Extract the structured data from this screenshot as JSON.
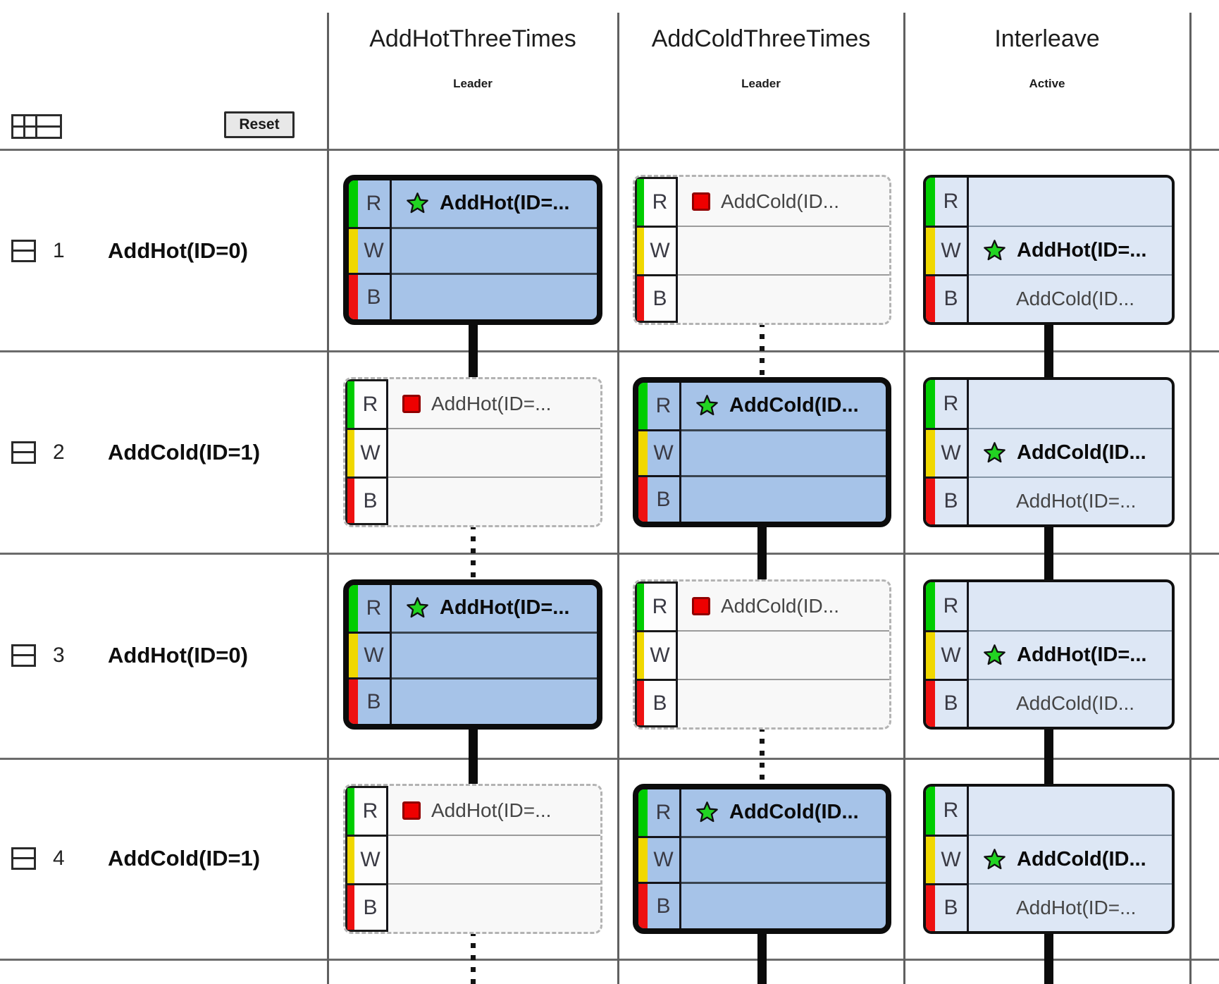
{
  "toolbar": {
    "reset_label": "Reset",
    "icons": [
      {
        "name": "expand-all-icon"
      },
      {
        "name": "collapse-all-icon"
      }
    ]
  },
  "columns": [
    {
      "title": "AddHotThreeTimes",
      "subtitle": "Leader"
    },
    {
      "title": "AddColdThreeTimes",
      "subtitle": "Leader"
    },
    {
      "title": "Interleave",
      "subtitle": "Active"
    }
  ],
  "rows": [
    {
      "num": "1",
      "label": "AddHot(ID=0)"
    },
    {
      "num": "2",
      "label": "AddCold(ID=1)"
    },
    {
      "num": "3",
      "label": "AddHot(ID=0)"
    },
    {
      "num": "4",
      "label": "AddCold(ID=1)"
    }
  ],
  "lane_labels": [
    "R",
    "W",
    "B"
  ],
  "colors": {
    "highlight_card_bg": "#a6c3e8",
    "active_card_bg": "#dde7f5",
    "ghost_card_bg": "#f8f8f8",
    "stripe_green": "#00cd00",
    "stripe_yellow": "#f0d800",
    "stripe_red": "#ee1111",
    "star_green": "#22d422",
    "marker_red": "#ee0000"
  },
  "cards": [
    {
      "row": 0,
      "col": 0,
      "variant": "highlight",
      "connector_below": "solid",
      "entries": {
        "R": {
          "icon": "star",
          "text": "AddHot(ID=...",
          "bold": true
        }
      }
    },
    {
      "row": 0,
      "col": 1,
      "variant": "ghost",
      "connector_below": "dotted",
      "entries": {
        "R": {
          "icon": "square",
          "text": "AddCold(ID...",
          "bold": false
        }
      }
    },
    {
      "row": 0,
      "col": 2,
      "variant": "active",
      "connector_below": "solid",
      "entries": {
        "W": {
          "icon": "star",
          "text": "AddHot(ID=...",
          "bold": true
        },
        "B": {
          "icon": null,
          "text": "AddCold(ID...",
          "bold": false
        }
      }
    },
    {
      "row": 1,
      "col": 0,
      "variant": "ghost",
      "connector_below": "dotted",
      "entries": {
        "R": {
          "icon": "square",
          "text": "AddHot(ID=...",
          "bold": false
        }
      }
    },
    {
      "row": 1,
      "col": 1,
      "variant": "highlight",
      "connector_below": "solid",
      "entries": {
        "R": {
          "icon": "star",
          "text": "AddCold(ID...",
          "bold": true
        }
      }
    },
    {
      "row": 1,
      "col": 2,
      "variant": "active",
      "connector_below": "solid",
      "entries": {
        "W": {
          "icon": "star",
          "text": "AddCold(ID...",
          "bold": true
        },
        "B": {
          "icon": null,
          "text": "AddHot(ID=...",
          "bold": false
        }
      }
    },
    {
      "row": 2,
      "col": 0,
      "variant": "highlight",
      "connector_below": "solid",
      "entries": {
        "R": {
          "icon": "star",
          "text": "AddHot(ID=...",
          "bold": true
        }
      }
    },
    {
      "row": 2,
      "col": 1,
      "variant": "ghost",
      "connector_below": "dotted",
      "entries": {
        "R": {
          "icon": "square",
          "text": "AddCold(ID...",
          "bold": false
        }
      }
    },
    {
      "row": 2,
      "col": 2,
      "variant": "active",
      "connector_below": "solid",
      "entries": {
        "W": {
          "icon": "star",
          "text": "AddHot(ID=...",
          "bold": true
        },
        "B": {
          "icon": null,
          "text": "AddCold(ID...",
          "bold": false
        }
      }
    },
    {
      "row": 3,
      "col": 0,
      "variant": "ghost",
      "connector_below": "dotted",
      "entries": {
        "R": {
          "icon": "square",
          "text": "AddHot(ID=...",
          "bold": false
        }
      }
    },
    {
      "row": 3,
      "col": 1,
      "variant": "highlight",
      "connector_below": "solid",
      "entries": {
        "R": {
          "icon": "star",
          "text": "AddCold(ID...",
          "bold": true
        }
      }
    },
    {
      "row": 3,
      "col": 2,
      "variant": "active",
      "connector_below": "solid",
      "entries": {
        "W": {
          "icon": "star",
          "text": "AddCold(ID...",
          "bold": true
        },
        "B": {
          "icon": null,
          "text": "AddHot(ID=...",
          "bold": false
        }
      }
    }
  ]
}
